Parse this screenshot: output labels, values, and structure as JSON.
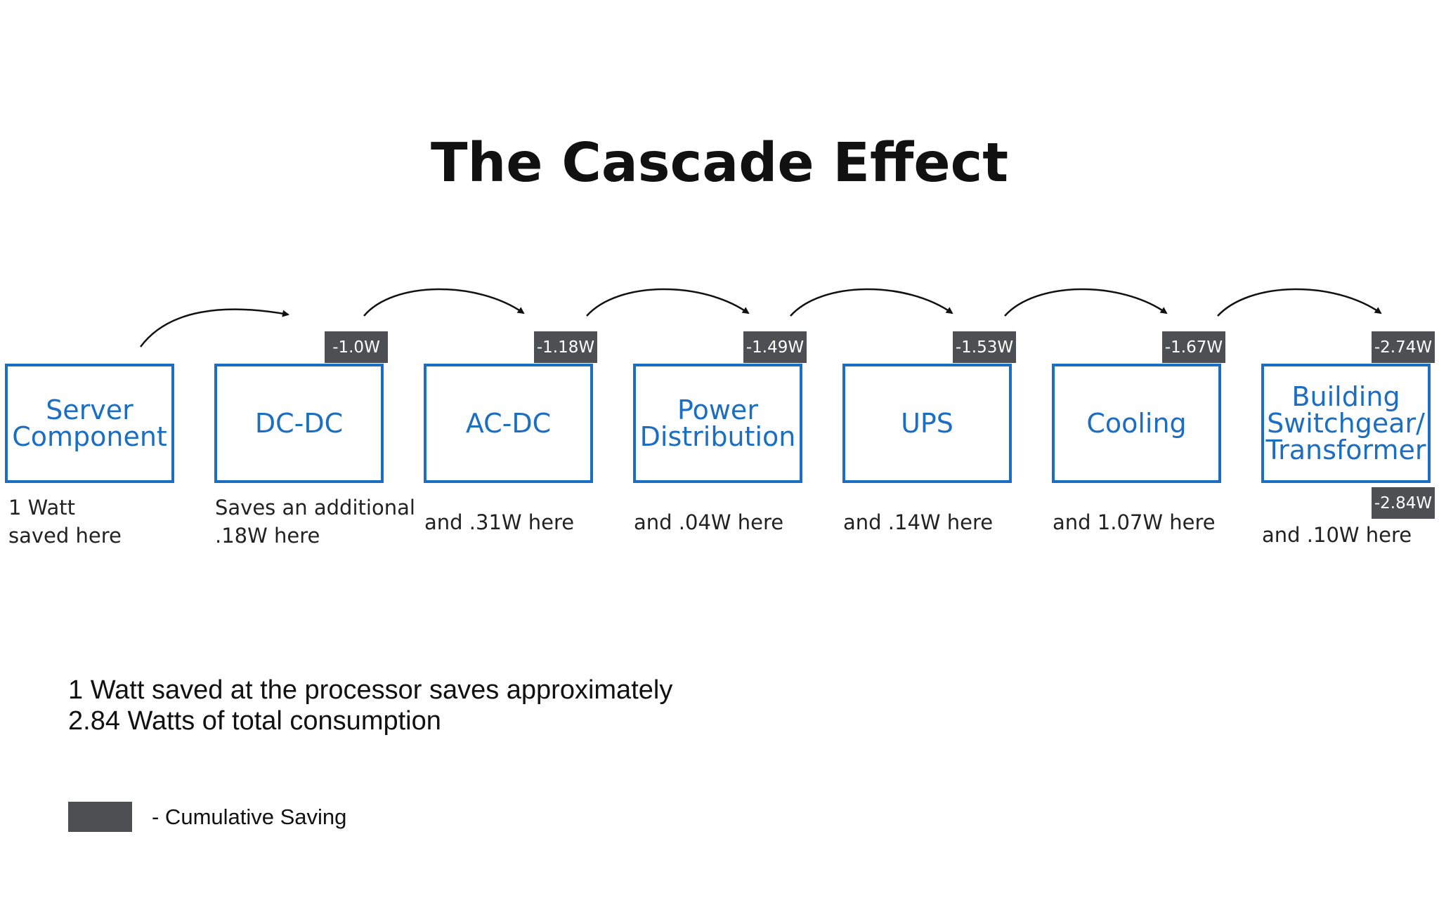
{
  "title": "The Cascade Effect",
  "stages": [
    {
      "label": "Server\nComponent",
      "badge": "",
      "description": "1 Watt\nsaved here"
    },
    {
      "label": "DC-DC",
      "badge": "-1.0W",
      "description": "Saves an additional\n.18W here"
    },
    {
      "label": "AC-DC",
      "badge": "-1.18W",
      "description": "and .31W here"
    },
    {
      "label": "Power\nDistribution",
      "badge": "-1.49W",
      "description": "and .04W here"
    },
    {
      "label": "UPS",
      "badge": "-1.53W",
      "description": "and .14W here"
    },
    {
      "label": "Cooling",
      "badge": "-1.67W",
      "description": "and 1.07W here"
    },
    {
      "label": "Building\nSwitchgear/\nTransformer",
      "badge": "-2.74W",
      "bottom_badge": "-2.84W",
      "description": "and .10W here"
    }
  ],
  "summary": "1 Watt saved at the processor saves approximately\n2.84 Watts of total consumption",
  "legend": {
    "label": "- Cumulative Saving",
    "color": "#4d4f52"
  },
  "colors": {
    "box_border": "#1b6ec2",
    "box_text": "#1b6ec2",
    "badge_bg": "#4d4f52",
    "arrow": "#111111"
  }
}
